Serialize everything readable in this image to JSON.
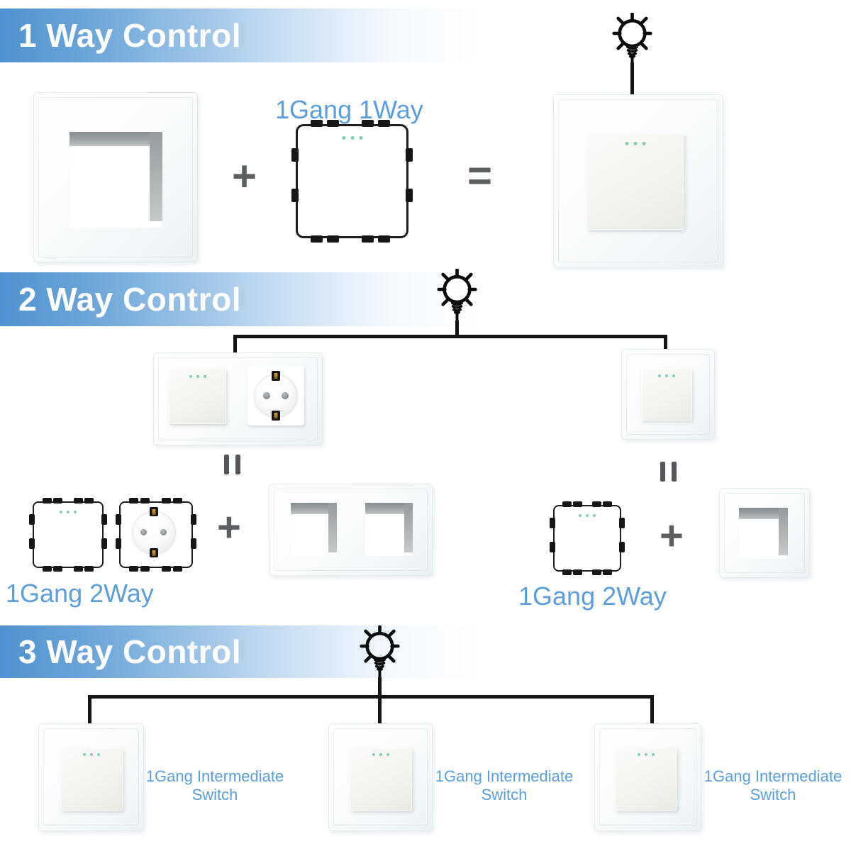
{
  "colors": {
    "banner_blue": "#4f92d0",
    "label_blue": "#5b9eda",
    "operator_gray": "#5c6063",
    "indicator_green": "#84ccb8",
    "wire_black": "#141414"
  },
  "ops": {
    "plus": "+",
    "equals": "="
  },
  "sections": {
    "one": {
      "title": "1 Way Control",
      "module_label": "1Gang 1Way"
    },
    "two": {
      "title": "2 Way Control",
      "label_left": "1Gang 2Way",
      "label_right": "1Gang 2Way"
    },
    "three": {
      "title": "3 Way Control",
      "labels": [
        "1Gang Intermediate Switch",
        "1Gang Intermediate Switch",
        "1Gang Intermediate Switch"
      ]
    }
  }
}
